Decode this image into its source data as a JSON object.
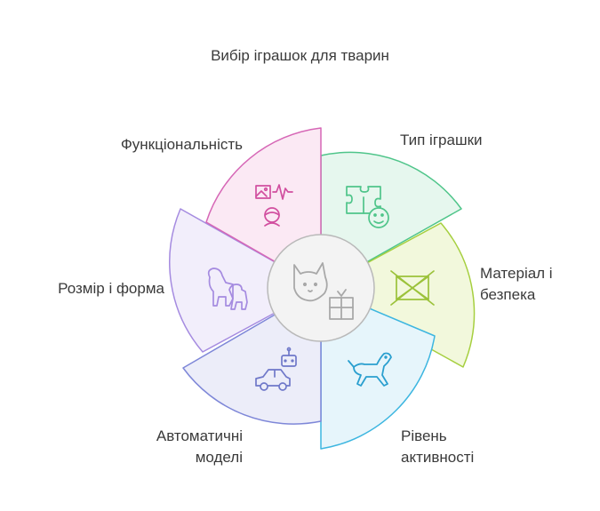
{
  "title": "Вибір іграшок для тварин",
  "center": {
    "icons": [
      "cat-face-icon",
      "gift-box-icon"
    ]
  },
  "segments": [
    {
      "id": "toy-type",
      "label_lines": [
        "Тип іграшки"
      ],
      "icons": [
        "puzzle-icon",
        "smiley-face-icon"
      ],
      "fill": "#e6f7ee",
      "stroke": "#4fc58a"
    },
    {
      "id": "material-safety",
      "label_lines": [
        "Матеріал і",
        "безпека"
      ],
      "icons": [
        "crossed-out-box-icon"
      ],
      "fill": "#f2f8dc",
      "stroke": "#a6cf3f"
    },
    {
      "id": "activity-level",
      "label_lines": [
        "Рівень",
        "активності"
      ],
      "icons": [
        "running-dog-icon"
      ],
      "fill": "#e6f5fb",
      "stroke": "#3db6e0"
    },
    {
      "id": "automatic-models",
      "label_lines": [
        "Автоматичні",
        "моделі"
      ],
      "icons": [
        "toy-car-icon",
        "robot-icon"
      ],
      "fill": "#ecedf9",
      "stroke": "#7e87d8"
    },
    {
      "id": "size-shape",
      "label_lines": [
        "Розмір і форма"
      ],
      "icons": [
        "big-small-dogs-icon"
      ],
      "fill": "#f2eefb",
      "stroke": "#a58be0"
    },
    {
      "id": "functionality",
      "label_lines": [
        "Функціональність"
      ],
      "icons": [
        "picture-icon",
        "sound-wave-icon",
        "ball-icon"
      ],
      "fill": "#fbe9f4",
      "stroke": "#d667b6"
    }
  ]
}
